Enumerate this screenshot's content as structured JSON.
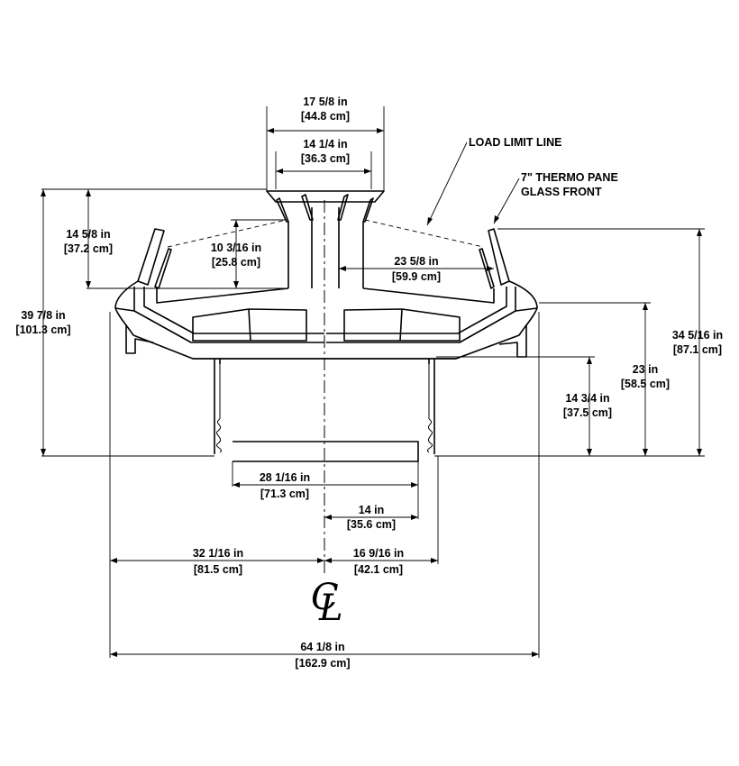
{
  "labels": {
    "load_limit_line": "LOAD LIMIT LINE",
    "thermo_pane_1": "7\" THERMO PANE",
    "thermo_pane_2": "GLASS FRONT",
    "centerline_symbol": "CL"
  },
  "dimensions": {
    "top_outer_width": {
      "imperial": "17 5/8 in",
      "metric": "[44.8 cm]"
    },
    "top_inner_width": {
      "imperial": "14 1/4 in",
      "metric": "[36.3 cm]"
    },
    "left_upper_height": {
      "imperial": "14 5/8 in",
      "metric": "[37.2 cm]"
    },
    "inner_depth": {
      "imperial": "10 3/16 in",
      "metric": "[25.8 cm]"
    },
    "overall_height": {
      "imperial": "39 7/8 in",
      "metric": "[101.3 cm]"
    },
    "bowl_half_width": {
      "imperial": "23 5/8 in",
      "metric": "[59.9 cm]"
    },
    "right_total_height": {
      "imperial": "34 5/16 in",
      "metric": "[87.1 cm]"
    },
    "right_mid_height": {
      "imperial": "23 in",
      "metric": "[58.5 cm]"
    },
    "base_height": {
      "imperial": "14 3/4 in",
      "metric": "[37.5 cm]"
    },
    "base_width": {
      "imperial": "28 1/16 in",
      "metric": "[71.3 cm]"
    },
    "base_half_width": {
      "imperial": "14 in",
      "metric": "[35.6 cm]"
    },
    "left_half_width": {
      "imperial": "32 1/16 in",
      "metric": "[81.5 cm]"
    },
    "right_half_width": {
      "imperial": "16 9/16 in",
      "metric": "[42.1 cm]"
    },
    "overall_width": {
      "imperial": "64 1/8 in",
      "metric": "[162.9 cm]"
    }
  }
}
